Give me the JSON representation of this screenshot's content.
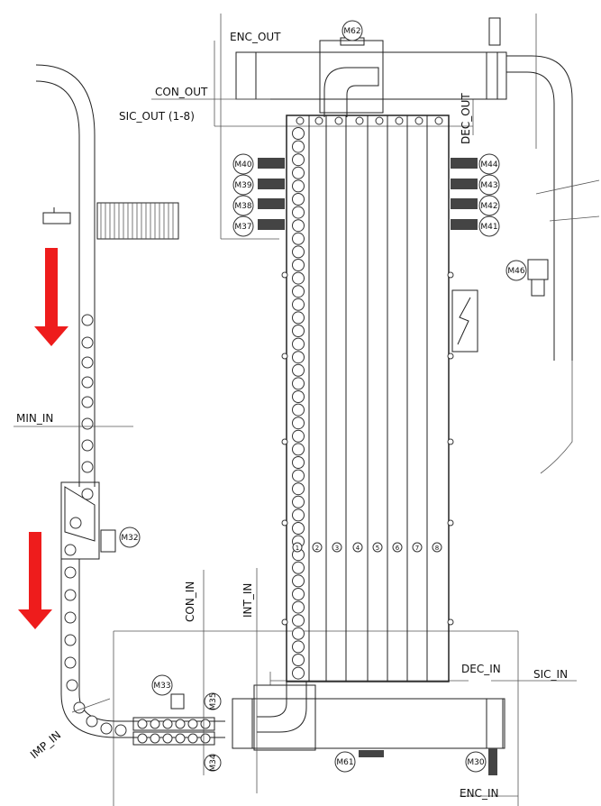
{
  "labels": {
    "enc_out": "ENC_OUT",
    "con_out": "CON_OUT",
    "sic_out": "SIC_OUT (1-8)",
    "dec_out": "DEC_OUT",
    "min_in": "MIN_IN",
    "con_in": "CON_IN",
    "int_in": "INT_IN",
    "dec_in": "DEC_IN",
    "sic_in": "SIC_IN",
    "imp_in": "IMP_IN",
    "enc_in": "ENC_IN"
  },
  "motors": {
    "m30": "M30",
    "m32": "M32",
    "m33": "M33",
    "m34": "M34",
    "m35": "M35",
    "m37": "M37",
    "m38": "M38",
    "m39": "M39",
    "m40": "M40",
    "m41": "M41",
    "m42": "M42",
    "m43": "M43",
    "m44": "M44",
    "m46": "M46",
    "m61": "M61",
    "m62": "M62"
  },
  "lanes": [
    "1",
    "2",
    "3",
    "4",
    "5",
    "6",
    "7",
    "8"
  ],
  "colors": {
    "arrow": "#ee1c1c",
    "line": "#222222"
  },
  "icons": {
    "flow_arrow": "arrow-down-icon",
    "warning": "lightning-icon"
  }
}
